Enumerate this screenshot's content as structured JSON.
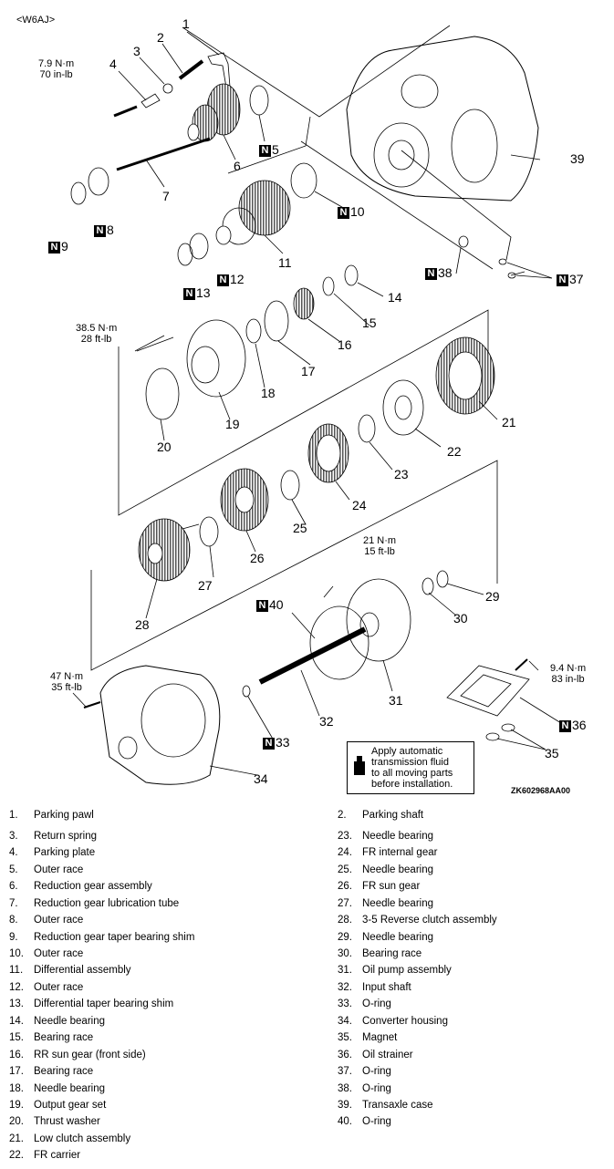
{
  "diagram_header": "<W6AJ>",
  "figure_code": "ZK602968AA00",
  "callout": "Apply automatic transmission fluid to all moving parts before installation.",
  "callout_lines": [
    "Apply automatic",
    "transmission fluid",
    "to all moving parts",
    "before installation."
  ],
  "torques": [
    {
      "nm": "7.9 N·m",
      "imp": "70 in-lb"
    },
    {
      "nm": "38.5 N·m",
      "imp": "28 ft-lb"
    },
    {
      "nm": "21 N·m",
      "imp": "15 ft-lb"
    },
    {
      "nm": "47 N·m",
      "imp": "35 ft-lb"
    },
    {
      "nm": "9.4 N·m",
      "imp": "83 in-lb"
    }
  ],
  "new_part_marker": "N",
  "callout_numbers": [
    "1",
    "2",
    "3",
    "4",
    "5",
    "6",
    "7",
    "8",
    "9",
    "10",
    "11",
    "12",
    "13",
    "14",
    "15",
    "16",
    "17",
    "18",
    "19",
    "20",
    "21",
    "22",
    "23",
    "24",
    "25",
    "26",
    "27",
    "28",
    "29",
    "30",
    "31",
    "32",
    "33",
    "34",
    "35",
    "36",
    "37",
    "38",
    "39",
    "40"
  ],
  "legend_left": [
    {
      "n": "1.",
      "t": "Parking pawl"
    },
    {
      "n": "3.",
      "t": "Return spring"
    },
    {
      "n": "4.",
      "t": "Parking plate"
    },
    {
      "n": "5.",
      "t": "Outer race"
    },
    {
      "n": "6.",
      "t": "Reduction gear assembly"
    },
    {
      "n": "7.",
      "t": "Reduction gear lubrication tube"
    },
    {
      "n": "8.",
      "t": "Outer race"
    },
    {
      "n": "9.",
      "t": "Reduction gear taper bearing shim"
    },
    {
      "n": "10.",
      "t": "Outer race"
    },
    {
      "n": "11.",
      "t": "Differential assembly"
    },
    {
      "n": "12.",
      "t": "Outer race"
    },
    {
      "n": "13.",
      "t": "Differential taper bearing shim"
    },
    {
      "n": "14.",
      "t": "Needle bearing"
    },
    {
      "n": "15.",
      "t": "Bearing race"
    },
    {
      "n": "16.",
      "t": "RR sun gear (front side)"
    },
    {
      "n": "17.",
      "t": "Bearing race"
    },
    {
      "n": "18.",
      "t": "Needle bearing"
    },
    {
      "n": "19.",
      "t": "Output gear set"
    },
    {
      "n": "20.",
      "t": "Thrust washer"
    },
    {
      "n": "21.",
      "t": "Low clutch assembly"
    },
    {
      "n": "22.",
      "t": "FR carrier"
    }
  ],
  "legend_right": [
    {
      "n": "2.",
      "t": "Parking shaft"
    },
    {
      "n": "23.",
      "t": "Needle bearing"
    },
    {
      "n": "24.",
      "t": "FR internal gear"
    },
    {
      "n": "25.",
      "t": "Needle bearing"
    },
    {
      "n": "26.",
      "t": "FR sun gear"
    },
    {
      "n": "27.",
      "t": "Needle bearing"
    },
    {
      "n": "28.",
      "t": "3-5 Reverse clutch assembly"
    },
    {
      "n": "29.",
      "t": "Needle bearing"
    },
    {
      "n": "30.",
      "t": "Bearing race"
    },
    {
      "n": "31.",
      "t": "Oil pump assembly"
    },
    {
      "n": "32.",
      "t": "Input shaft"
    },
    {
      "n": "33.",
      "t": "O-ring"
    },
    {
      "n": "34.",
      "t": "Converter housing"
    },
    {
      "n": "35.",
      "t": "Magnet"
    },
    {
      "n": "36.",
      "t": "Oil strainer"
    },
    {
      "n": "37.",
      "t": "O-ring"
    },
    {
      "n": "38.",
      "t": "O-ring"
    },
    {
      "n": "39.",
      "t": "Transaxle case"
    },
    {
      "n": "40.",
      "t": "O-ring"
    }
  ]
}
